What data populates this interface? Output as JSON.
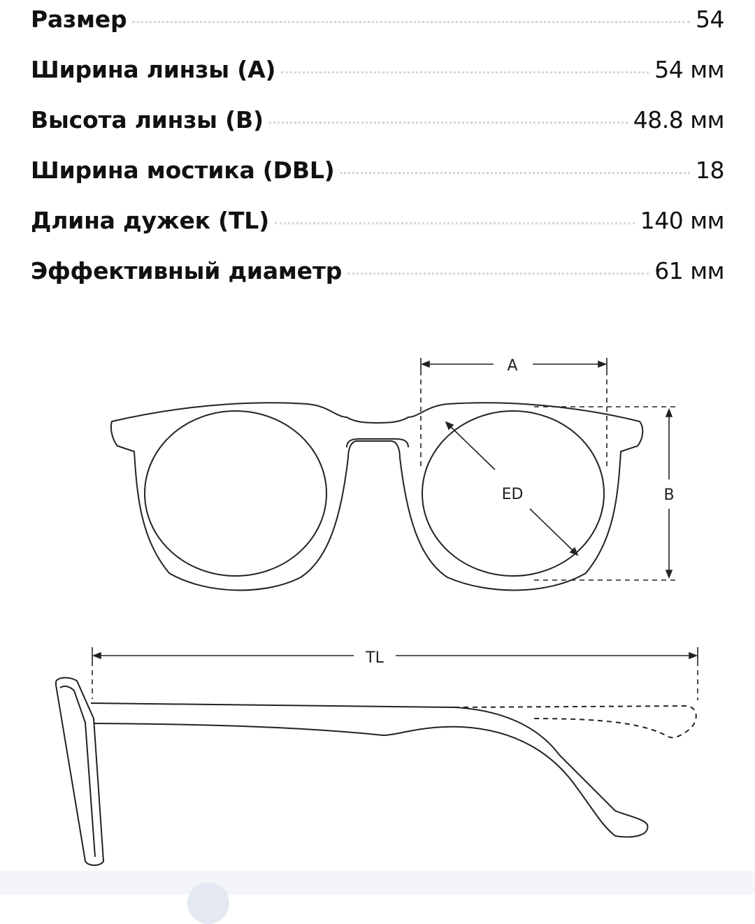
{
  "specs": [
    {
      "label": "Размер",
      "value": "54"
    },
    {
      "label": "Ширина линзы (A)",
      "value": "54 мм"
    },
    {
      "label": "Высота линзы (B)",
      "value": "48.8 мм"
    },
    {
      "label": "Ширина мостика (DBL)",
      "value": "18"
    },
    {
      "label": "Длина дужек (TL)",
      "value": "140 мм"
    },
    {
      "label": "Эффективный диаметр",
      "value": "61 мм"
    }
  ],
  "diagram": {
    "label_a": "A",
    "label_b": "B",
    "label_ed": "ED",
    "label_tl": "TL"
  }
}
